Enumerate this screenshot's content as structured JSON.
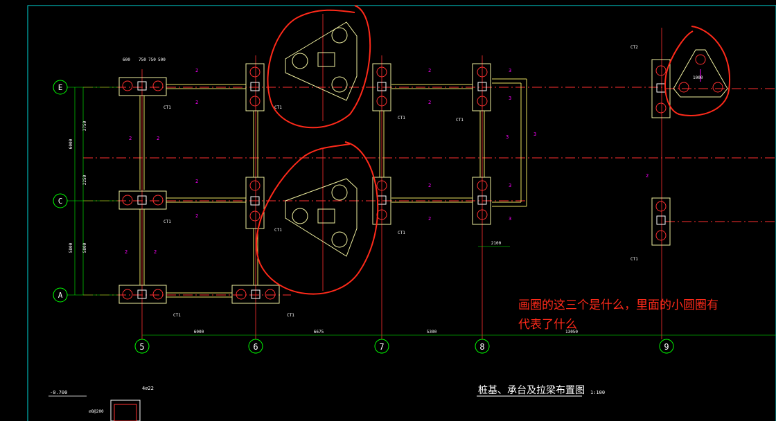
{
  "drawing": {
    "title": "桩基、承台及拉梁布置图",
    "scale": "1:100",
    "section_note": "4⌀22",
    "elevation_note": "-0.700",
    "stirrup_note": "⌀8@200"
  },
  "axes": {
    "rows": [
      "E",
      "C",
      "A"
    ],
    "columns": [
      "5",
      "6",
      "7",
      "8",
      "9"
    ],
    "col_dims": [
      "6000",
      "6675",
      "5300",
      "13050"
    ],
    "row_dims": [
      "3750",
      "2250",
      "5800"
    ],
    "row_total": "6000",
    "row_total2": "5800"
  },
  "pile_caps": {
    "ct1": "CT1",
    "ct2": "CT2",
    "dim_600": "600",
    "dim_750": "750",
    "dim_500": "500",
    "dim_1000": "1000",
    "dim_2100": "2100"
  },
  "beam_tags": {
    "t2": "2",
    "t3": "3"
  },
  "annotation": {
    "question_line1": "画圈的这三个是什么，里面的小圆圈有",
    "question_line2": "代表了什么",
    "color": "#ff2a1a"
  },
  "colors": {
    "frame": "#00d8d8",
    "axis": "#ff3030",
    "beam": "#e8e060",
    "cap": "#f0f0a0",
    "pile": "#ff3030",
    "dim": "#00ff00",
    "tag": "#ff00ff",
    "text": "#ffffff",
    "circle_mark": "#ff2a1a"
  }
}
